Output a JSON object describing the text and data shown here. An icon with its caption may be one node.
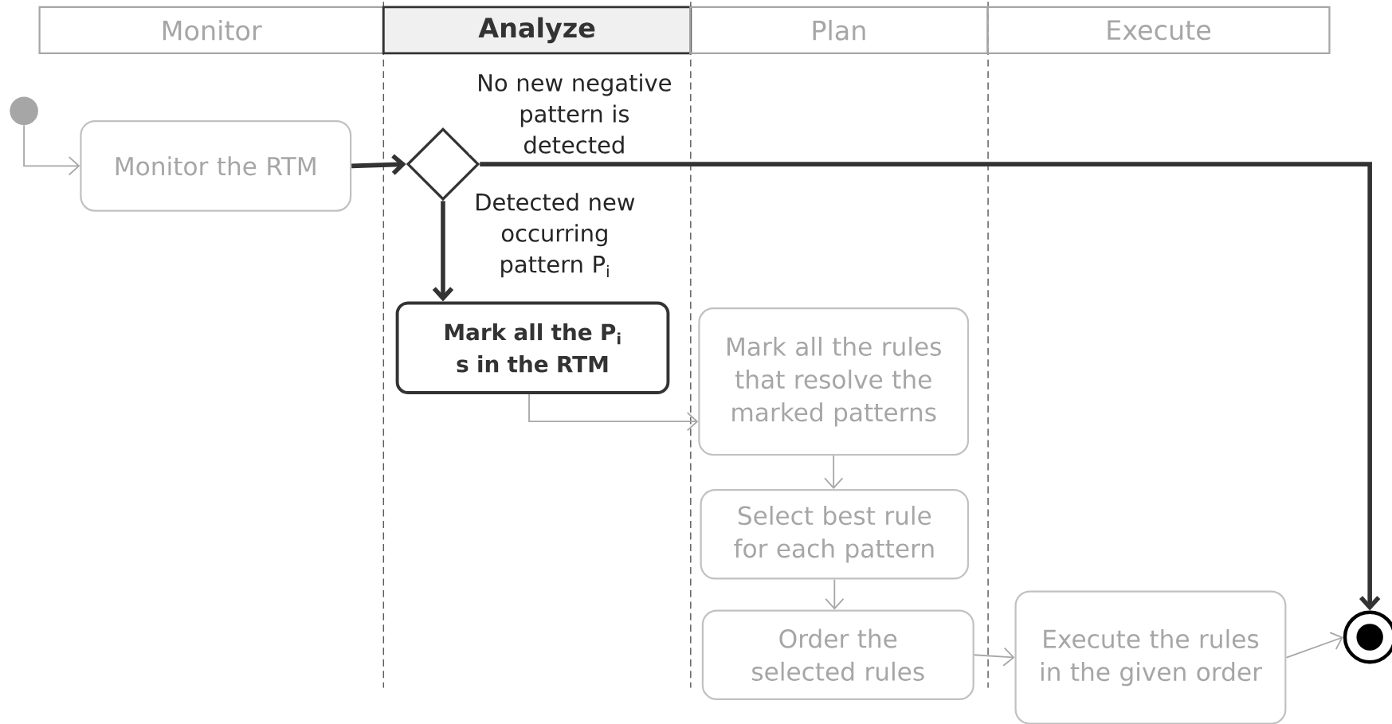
{
  "diagram": {
    "nodes": [
      {
        "text": [
          "Monitor"
        ]
      },
      {
        "text": [
          "Analyze"
        ]
      },
      {
        "text": [
          "Plan"
        ]
      },
      {
        "text": [
          "Execute"
        ]
      },
      {
        "text": [],
        "shape": "circle"
      },
      {
        "text": [
          "Monitor the RTM"
        ]
      },
      {
        "text": [],
        "shape": "diamond"
      },
      {
        "text": [
          "Mark all the P$_{i}$ s in the RTM"
        ]
      },
      {
        "text": [
          "Mark all the rules that resolve the marked patterns"
        ]
      },
      {
        "text": [
          "Select best rule for each pattern"
        ]
      },
      {
        "text": [
          "Order the selected rules"
        ]
      },
      {
        "text": [
          "Execute the rules in the given order"
        ]
      },
      {
        "text": [],
        "shape": "circle"
      }
    ],
    "edges": [
      {
        "from": 4,
        "to": 5,
        "arrow": "to"
      },
      {
        "from": 5,
        "to": 6,
        "arrow": "to",
        "style": "thick",
        "color": "#333333"
      },
      {
        "from": 6,
        "to": 12,
        "arrow": "to",
        "label": "No new negative pattern is detected",
        "style": "thick",
        "color": "#333333"
      },
      {
        "from": 6,
        "to": 7,
        "arrow": "to",
        "label": "Detected new occurring pattern P$_{i}$",
        "style": "thick",
        "color": "#333333"
      },
      {
        "from": 7,
        "to": 8,
        "arrow": "to"
      },
      {
        "from": 8,
        "to": 9,
        "arrow": "to"
      },
      {
        "from": 9,
        "to": 10,
        "arrow": "to"
      },
      {
        "from": 10,
        "to": 11,
        "arrow": "to"
      },
      {
        "from": 11,
        "to": 12,
        "arrow": "to"
      }
    ]
  }
}
